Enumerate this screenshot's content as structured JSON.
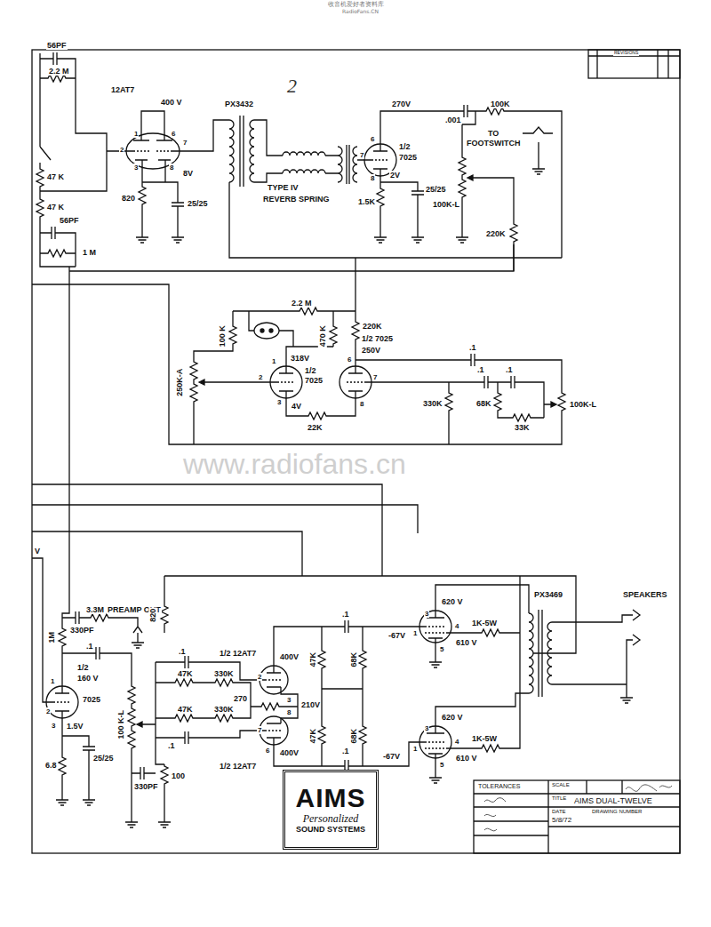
{
  "diagram": {
    "nodes": [
      {
        "text": [
          "AIMS",
          "Personalized",
          "SOUND SYSTEMS"
        ]
      }
    ],
    "labels": [
      "收音机爱好者资料库",
      "RadioFans.CN",
      "2",
      "56PF",
      "2.2 M",
      "12AT7",
      "400 V",
      "2",
      "1",
      "6",
      "7",
      "3",
      "8",
      "8V",
      "47 K",
      "47 K",
      "56PF",
      "820",
      "25/25",
      "1 M",
      "PX3432",
      "TYPE IV",
      "REVERB SPRING",
      "270V",
      "6",
      "1/2",
      "7",
      "7025",
      "8",
      "2V",
      "25/25",
      "1.5K",
      "100K",
      ".001",
      "TO",
      "FOOTSWITCH",
      "100K-L",
      "220K",
      "2.2 M",
      "100 K",
      "470 K",
      "220K",
      "1",
      "318V",
      "1/2",
      "7025",
      "2",
      "6",
      "1/2 7025",
      "250V",
      "7",
      "3",
      "4V",
      "8",
      "22K",
      "250K-A",
      ".1",
      ".1",
      ".1",
      "330K",
      "68K",
      "33K",
      "100K-L",
      "www.radiofans.cn",
      "V",
      "3.3M",
      "PREAMP OUT",
      "330PF",
      "820",
      "1M",
      ".1",
      "1",
      "1/2",
      "160 V",
      "7025",
      "2",
      "3",
      "1.5V",
      "25/25",
      "100 K-L",
      "6.8",
      ".1",
      "47K",
      "330K",
      "270",
      "210V",
      "47K",
      "330K",
      ".1",
      "330PF",
      "100",
      "1/2 12AT7",
      "400V",
      "2",
      "3",
      "8",
      "7",
      "6",
      "400V",
      "1/2 12AT7",
      ".1",
      ".1",
      "47K",
      "68K",
      "47K",
      "68K",
      "-67V",
      "-67V",
      "620 V",
      "3",
      "1",
      "4",
      "5",
      "1K-5W",
      "610 V",
      "620 V",
      "3",
      "1",
      "4",
      "5",
      "1K-5W",
      "610 V",
      "PX3469",
      "SPEAKERS",
      "TOLERANCES",
      "SCALE",
      "TITLE",
      "AIMS DUAL-TWELVE",
      "DATE",
      "5/8/72",
      "DRAWING NUMBER",
      "REVISIONS"
    ]
  }
}
